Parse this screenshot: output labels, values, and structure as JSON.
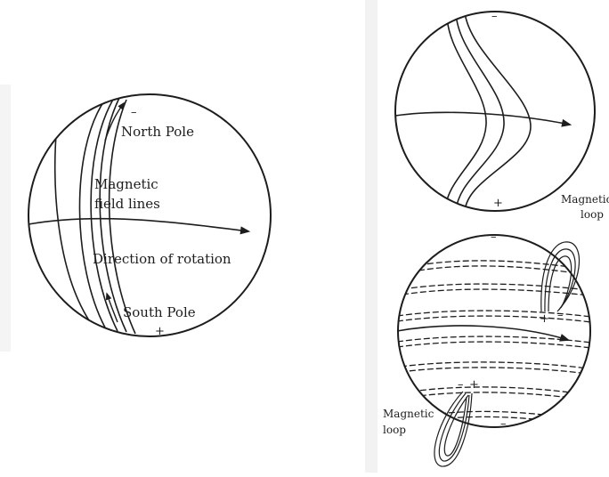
{
  "left_sphere": {
    "north_pole": "North Pole",
    "south_pole": "South Pole",
    "field_lines_line1": "Magnetic",
    "field_lines_line2": "field lines",
    "rotation": "Direction of rotation",
    "sign_top": "–",
    "sign_bottom": "+"
  },
  "right_top_sphere": {
    "sign_top": "–",
    "sign_bottom": "+"
  },
  "right_bottom_sphere": {
    "loop_upper_line1": "Magnetic",
    "loop_upper_line2": "loop",
    "loop_lower_line1": "Magnetic",
    "loop_lower_line2": "loop",
    "sign_top": "–",
    "sign_plus_right": "+",
    "sign_minus_right": "–",
    "sign_minus_lower": "–",
    "sign_plus_lower": "+",
    "sign_bottom": "–"
  },
  "colors": {
    "ink": "#1d1d1d",
    "background": "#ffffff",
    "panel_shade": "#f2f2f2"
  }
}
